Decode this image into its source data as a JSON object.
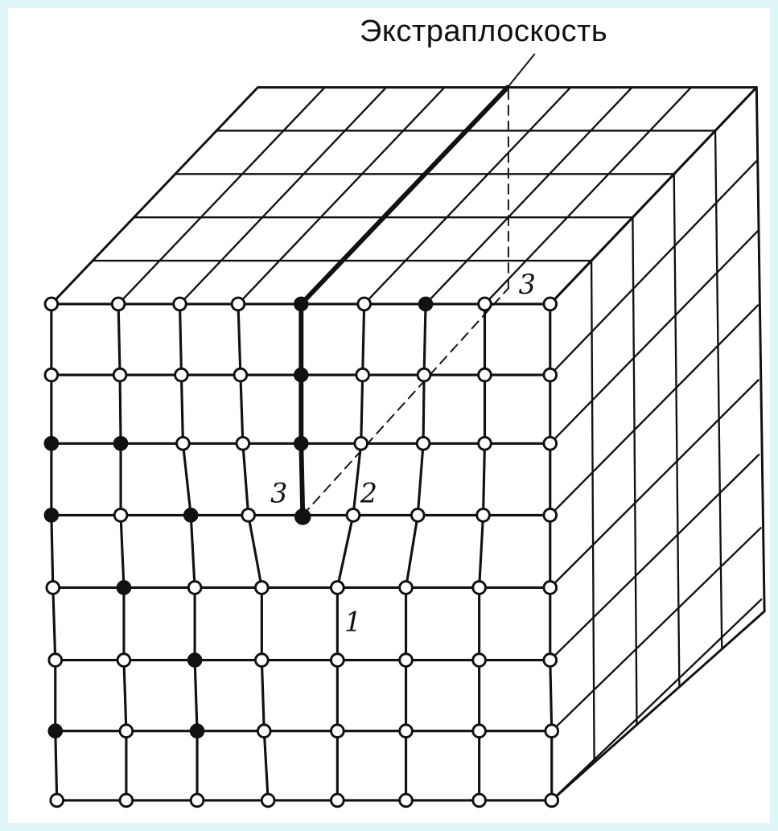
{
  "title": "Экстраплоскость",
  "labels": {
    "top_right": "3",
    "left_of_edge": "3",
    "right_of_edge": "2",
    "below": "1"
  }
}
